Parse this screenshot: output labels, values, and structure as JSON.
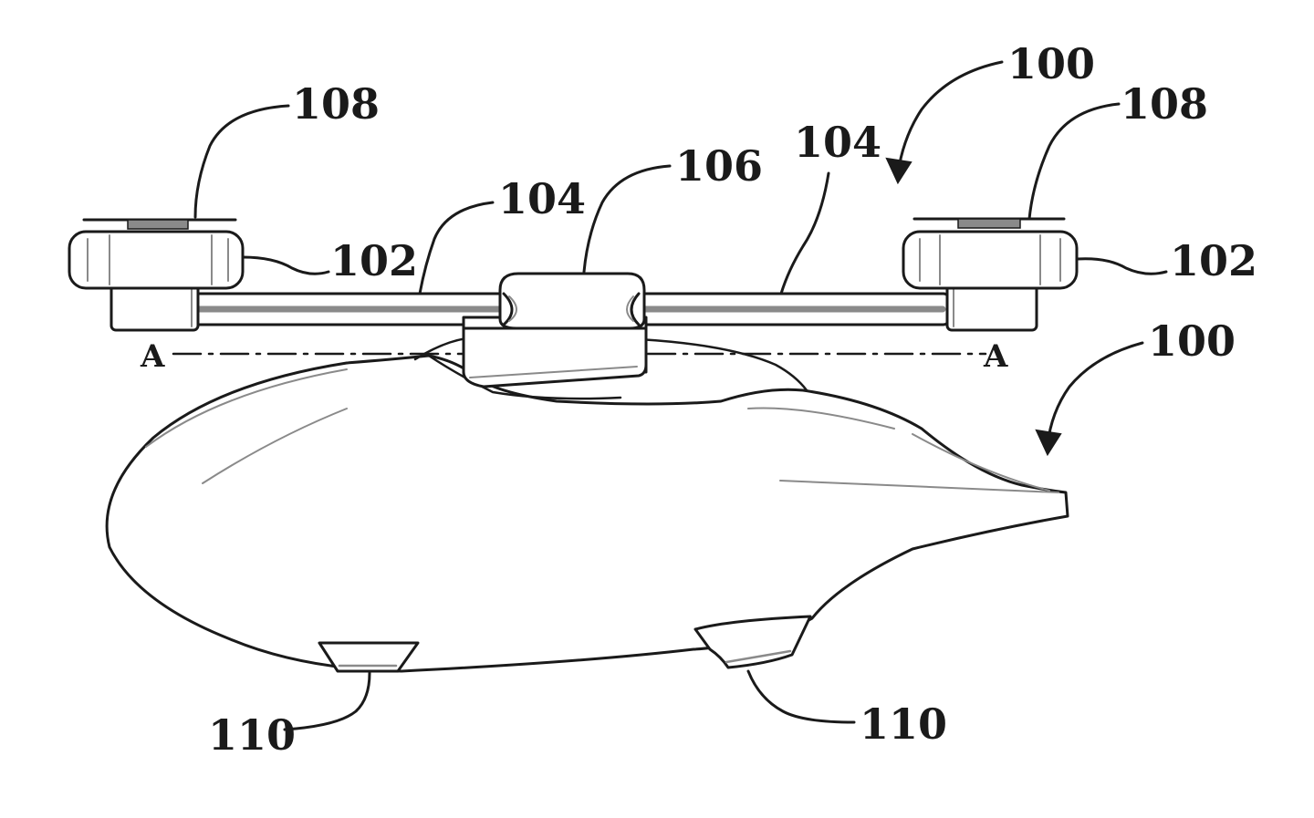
{
  "figure": {
    "labels": {
      "aircraft_top": "100",
      "aircraft_side": "100",
      "rotor_left": "108",
      "rotor_right": "108",
      "pod_left": "102",
      "pod_right": "102",
      "boom_left": "104",
      "boom_right": "104",
      "hub": "106",
      "skid_left": "110",
      "skid_right": "110",
      "axis_left": "A",
      "axis_right": "A"
    }
  }
}
